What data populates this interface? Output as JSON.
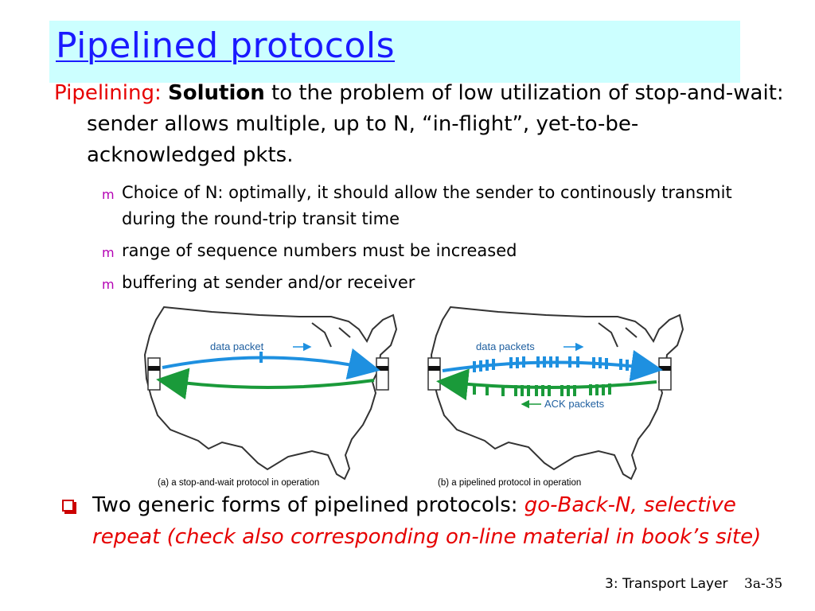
{
  "slide": {
    "title": "Pipelined protocols",
    "main": {
      "label": "Pipelining:",
      "bold": "Solution",
      "text": " to the problem of low utilization of stop-and-wait: sender allows multiple, up to N, “in-flight”, yet-to-be-acknowledged pkts."
    },
    "bullets": [
      "Choice of N: optimally, it should allow  the sender to continously transmit during  the round-trip transit time",
      "range of sequence numbers must be increased",
      "buffering at sender and/or receiver"
    ],
    "figure": {
      "left": {
        "label": "data packet",
        "caption": "(a) a stop-and-wait protocol in operation"
      },
      "right": {
        "label_top": "data packets",
        "label_bottom": "ACK packets",
        "caption": "(b) a pipelined protocol in operation"
      },
      "colors": {
        "data": "#1e90e0",
        "ack": "#1a9a3a",
        "map": "#333333"
      }
    },
    "bottom": {
      "text": "Two generic forms of pipelined protocols: ",
      "italic": "go-Back-N, selective repeat (check also corresponding on-line material in book’s site)"
    },
    "footer": {
      "chapter": "3: Transport Layer",
      "page": "3a-35"
    }
  }
}
